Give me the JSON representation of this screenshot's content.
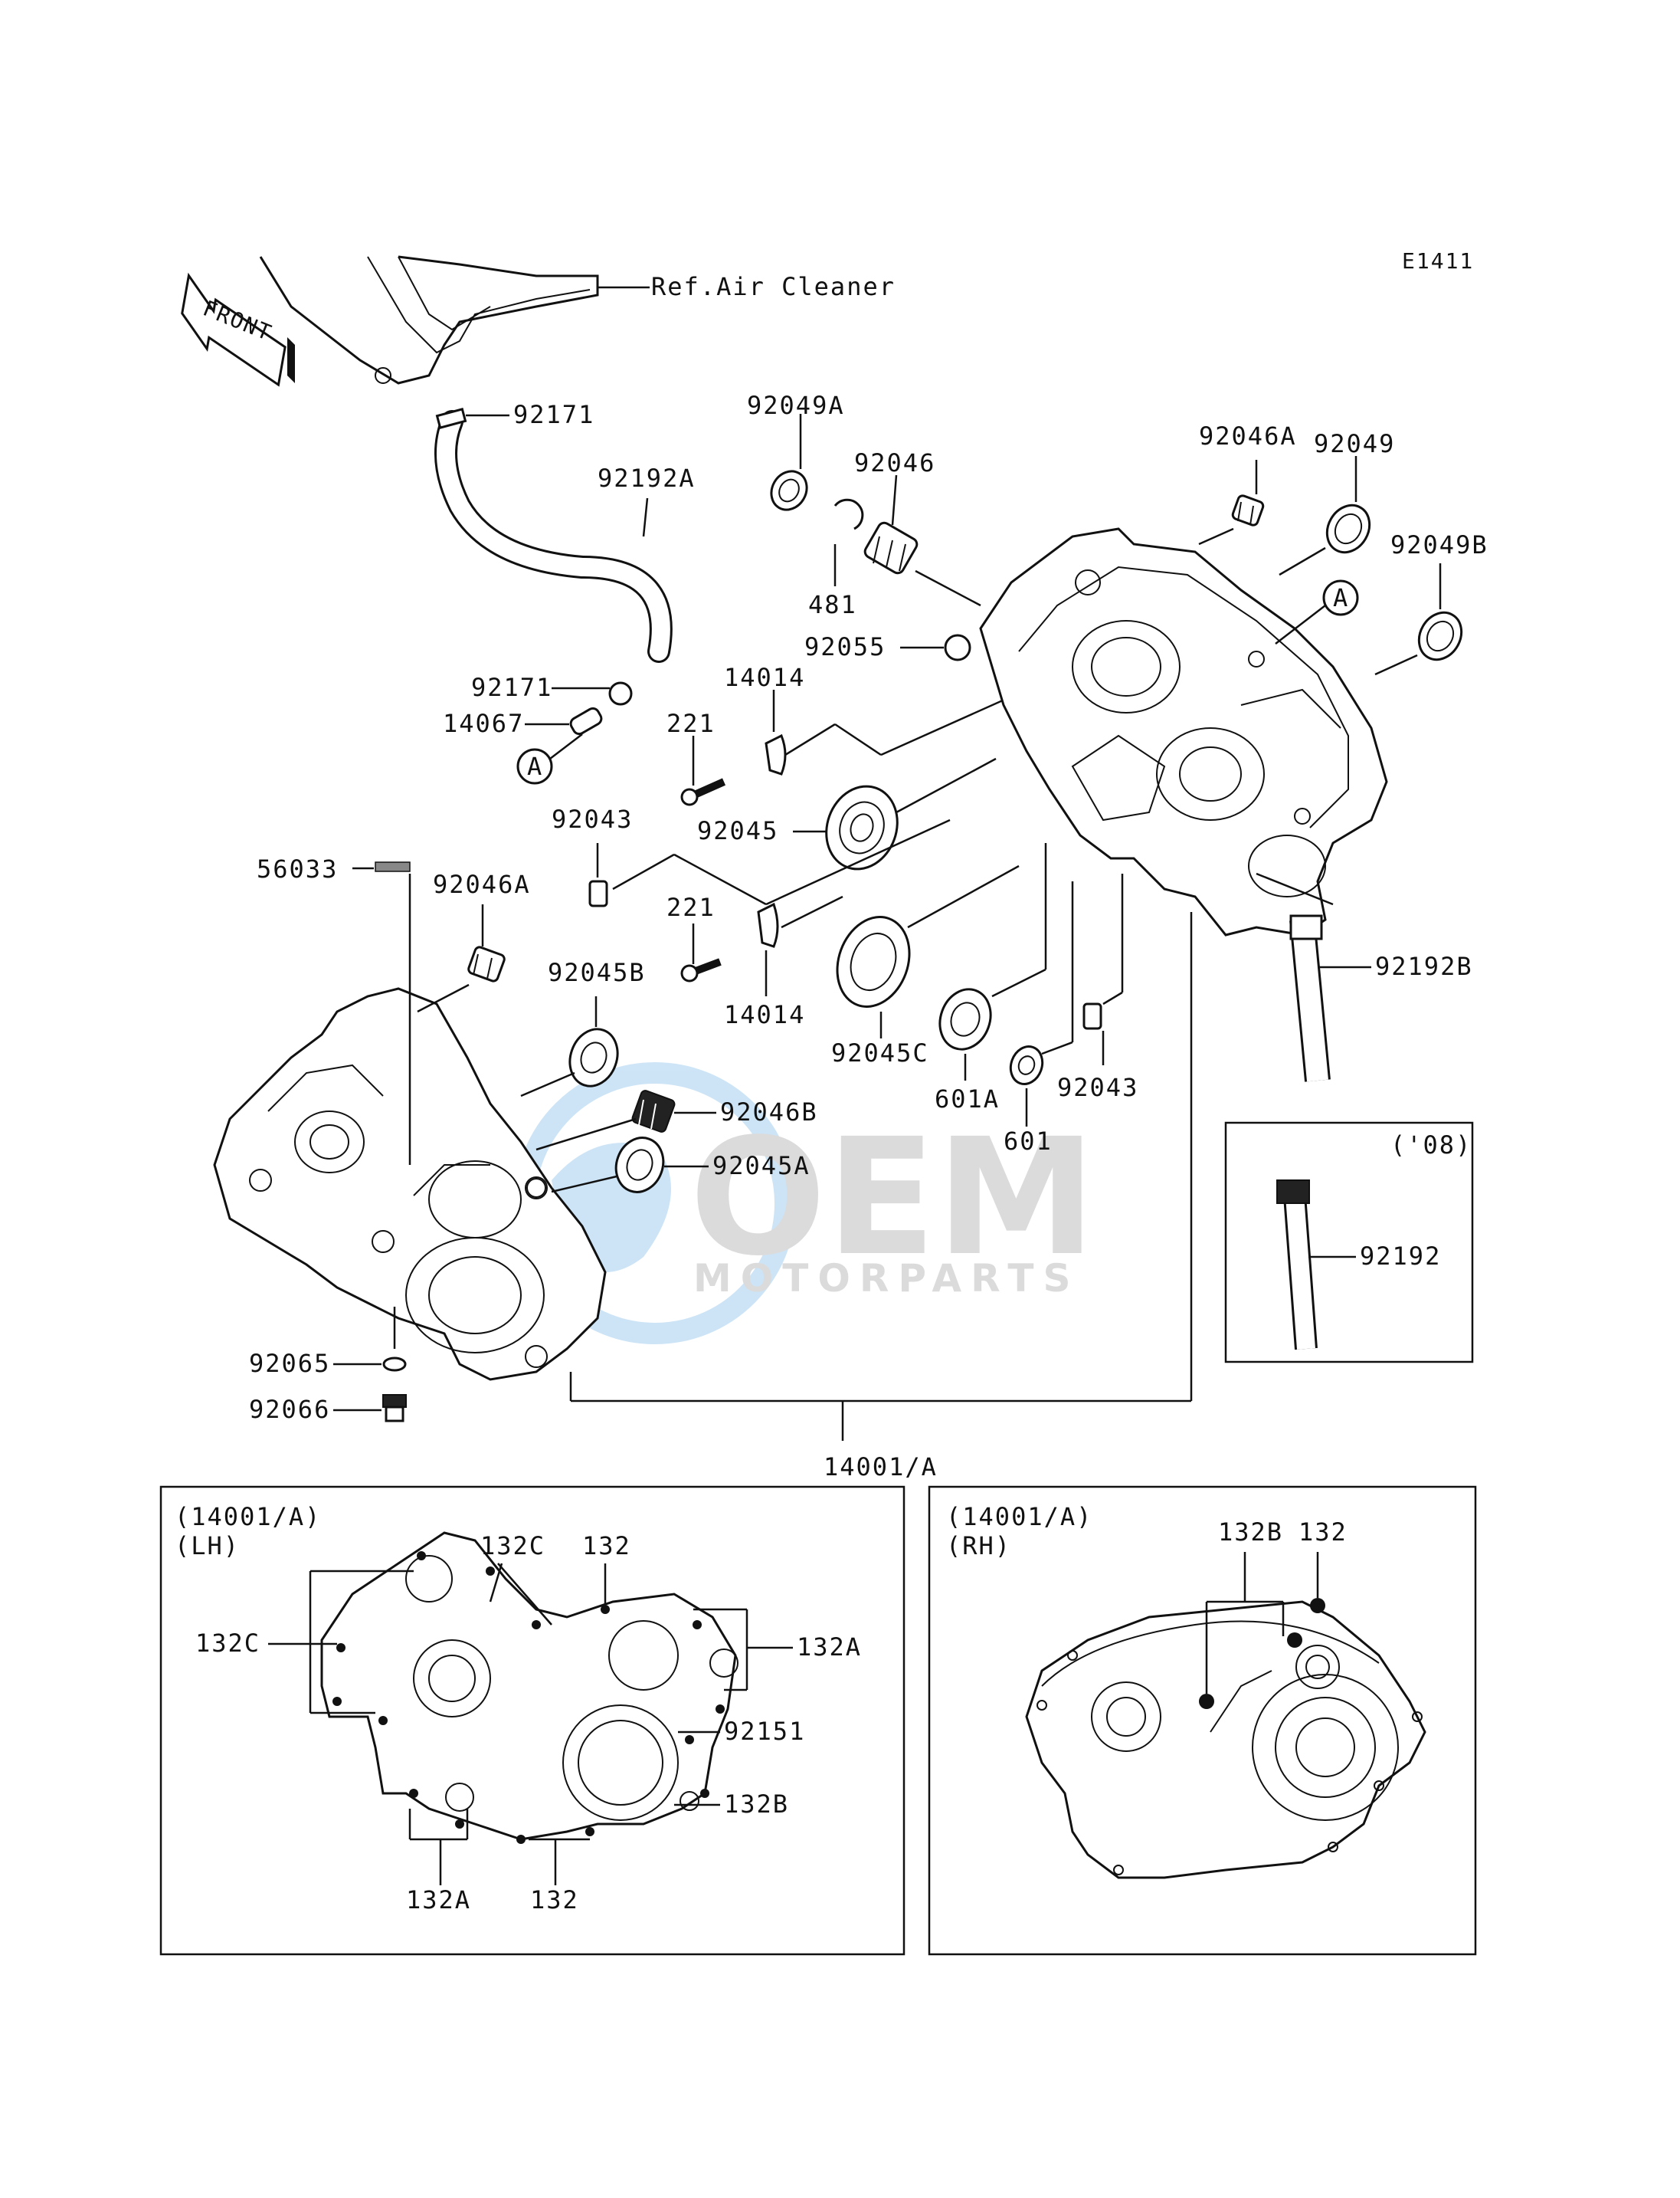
{
  "diagram_code": "E1411",
  "ref_air_cleaner": "Ref.Air Cleaner",
  "front_label": "FRONT",
  "marker_a": "A",
  "parts": {
    "p92171_top": "92171",
    "p92171_mid": "92171",
    "p92192A": "92192A",
    "p14067": "14067",
    "p92049A": "92049A",
    "p92046": "92046",
    "p481": "481",
    "p92055": "92055",
    "p14014_top": "14014",
    "p221_top": "221",
    "p92045": "92045",
    "p92043_left": "92043",
    "p221_bot": "221",
    "p14014_bot": "14014",
    "p92045C": "92045C",
    "p601A": "601A",
    "p601": "601",
    "p92043_right": "92043",
    "p92046A_top": "92046A",
    "p92049": "92049",
    "p92049B": "92049B",
    "p92192B": "92192B",
    "p56033": "56033",
    "p92046A_left": "92046A",
    "p92045B": "92045B",
    "p92046B": "92046B",
    "p92045A": "92045A",
    "p92065": "92065",
    "p92066": "92066",
    "p14001A": "14001/A",
    "p92192": "92192"
  },
  "inset_08": {
    "year": "('08)"
  },
  "inset_lh": {
    "title": "(14001/A)",
    "side": "(LH)",
    "labels": {
      "c132C_top": "132C",
      "c132_top": "132",
      "c132C_left": "132C",
      "c132A_right": "132A",
      "c92151": "92151",
      "c132B": "132B",
      "c132A_bot": "132A",
      "c132_bot": "132"
    }
  },
  "inset_rh": {
    "title": "(14001/A)",
    "side": "(RH)",
    "labels": {
      "c132B": "132B",
      "c132": "132"
    }
  },
  "watermark": {
    "brand": "OEM",
    "sub": "MOTORPARTS"
  }
}
